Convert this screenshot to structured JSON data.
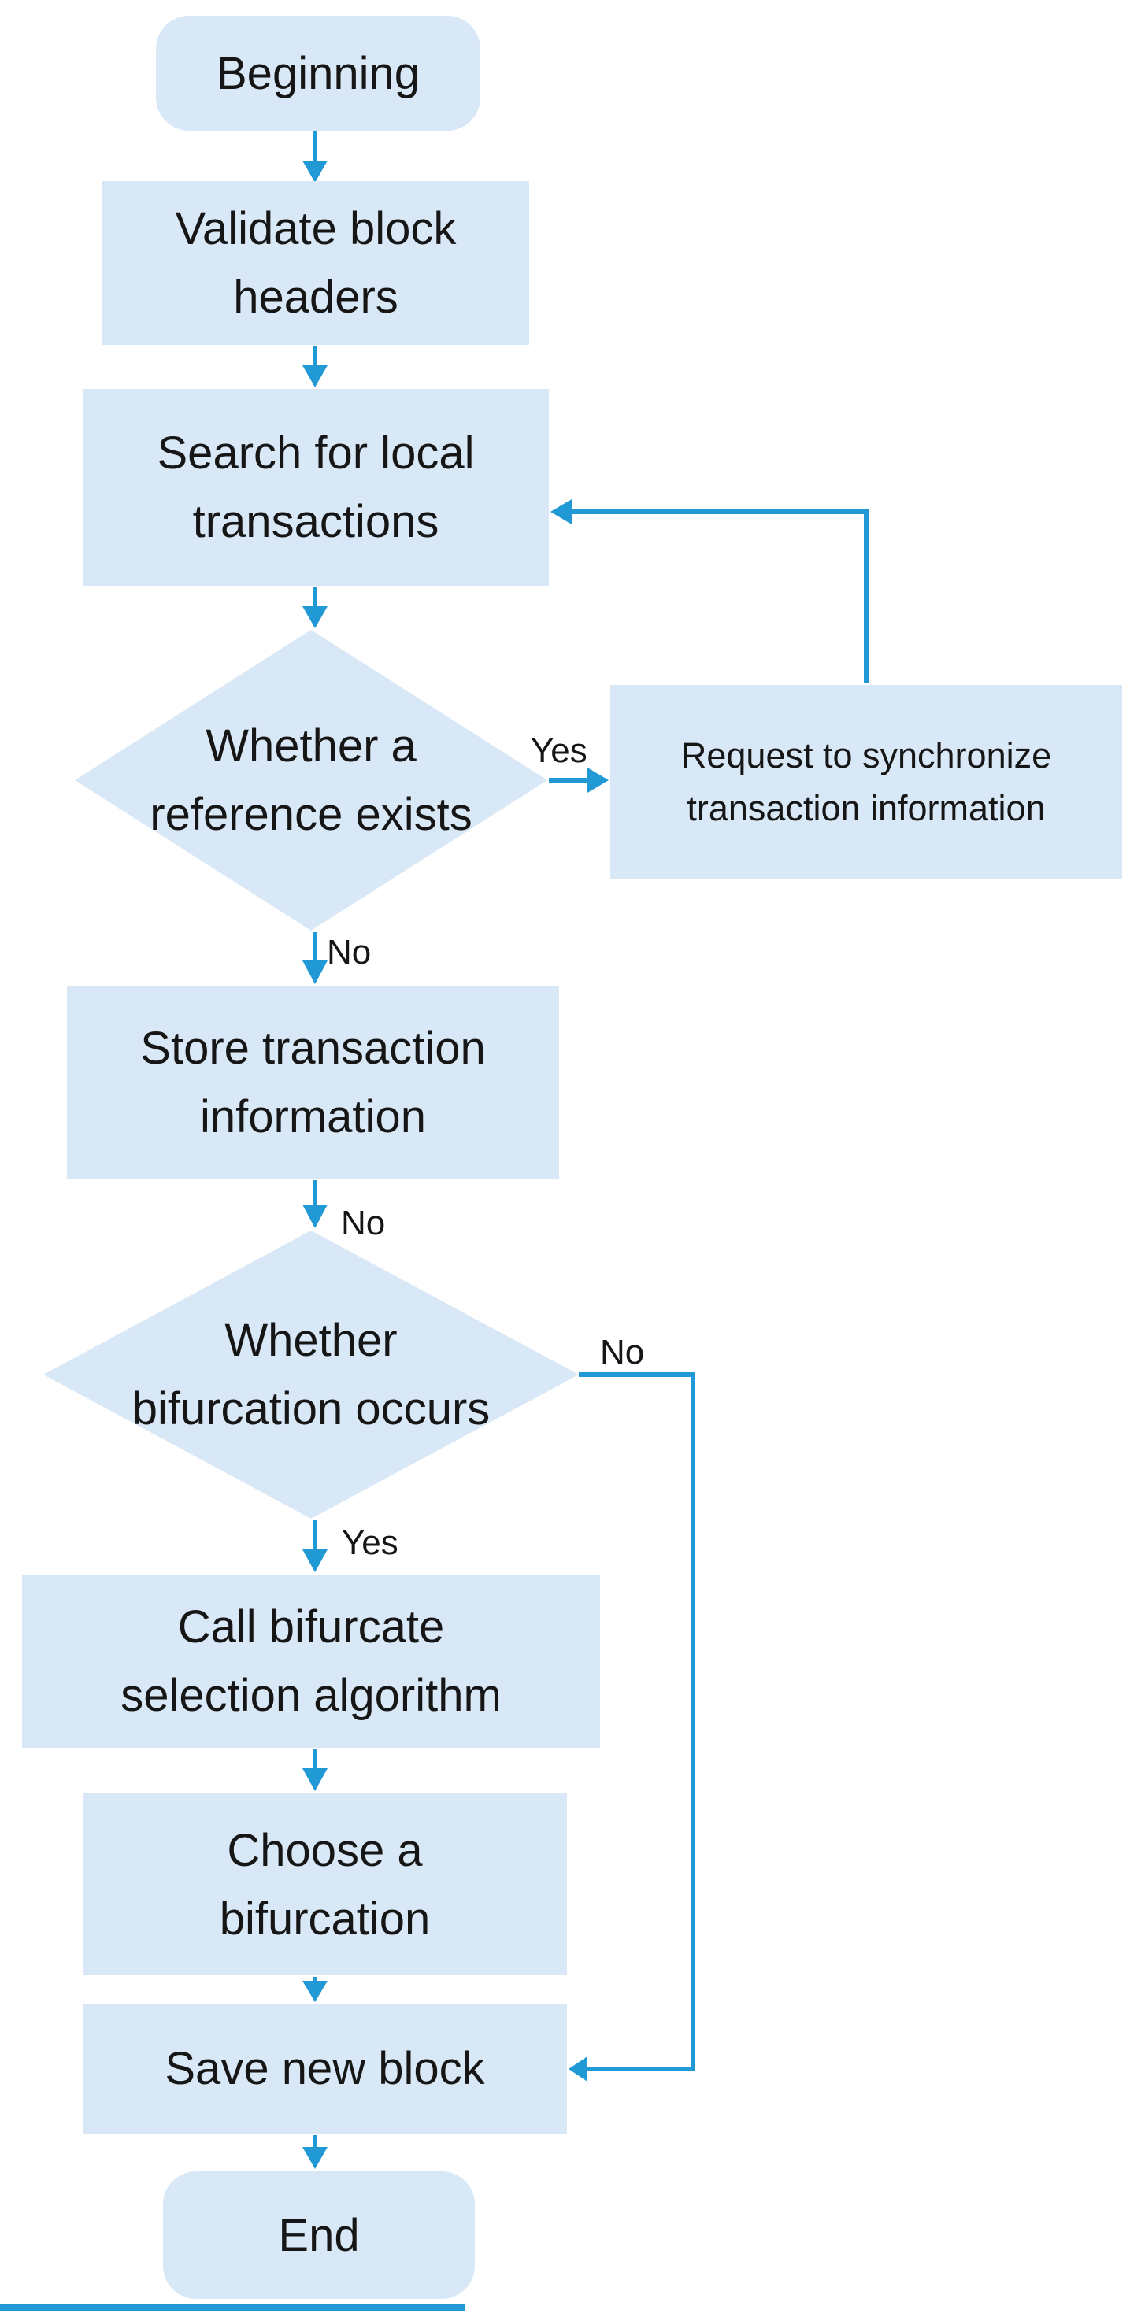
{
  "figure": {
    "type": "flowchart",
    "topic": "Block processing / bifurcation selection flow"
  },
  "colors": {
    "node_fill": "#d9e8f6",
    "connector_blue": "#2199d5",
    "text": "#161616",
    "background": "#ffffff"
  },
  "nodes": {
    "start": {
      "shape": "terminator",
      "label": "Beginning"
    },
    "validate": {
      "shape": "process",
      "label": "Validate block\nheaders"
    },
    "search": {
      "shape": "process",
      "label": "Search for local\ntransactions"
    },
    "ref_decision": {
      "shape": "decision",
      "label": "Whether a\nreference exists"
    },
    "request_sync": {
      "shape": "process",
      "label": "Request to synchronize\ntransaction information"
    },
    "store": {
      "shape": "process",
      "label": "Store transaction\ninformation"
    },
    "bif_decision": {
      "shape": "decision",
      "label": "Whether\nbifurcation occurs"
    },
    "call_algorithm": {
      "shape": "process",
      "label": "Call bifurcate\nselection algorithm"
    },
    "choose": {
      "shape": "process",
      "label": "Choose a\nbifurcation"
    },
    "save": {
      "shape": "process",
      "label": "Save new block"
    },
    "end": {
      "shape": "terminator",
      "label": "End"
    }
  },
  "edge_labels": {
    "ref_yes": "Yes",
    "ref_no": "No",
    "store_no": "No",
    "bif_no": "No",
    "bif_yes": "Yes"
  }
}
